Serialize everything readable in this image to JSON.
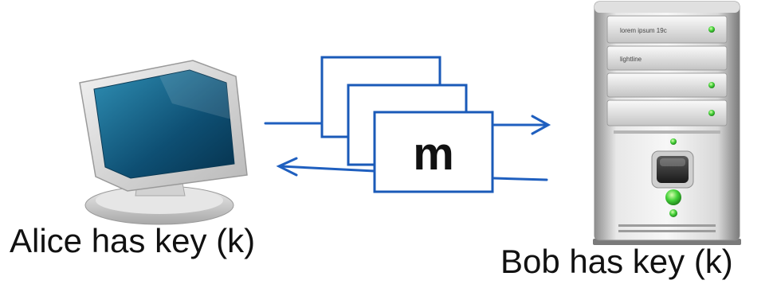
{
  "alice": {
    "label": "Alice has key (k)"
  },
  "bob": {
    "label": "Bob has key (k)"
  },
  "message": {
    "symbol": "m"
  },
  "server_panel_labels": [
    "lorem ipsum 19c",
    "lightline"
  ],
  "colors": {
    "arrow": "#1f5fbf",
    "frame": "#1a5ab8",
    "text": "#111111"
  },
  "icons": {
    "alice": "desktop-monitor-icon",
    "bob": "server-tower-icon"
  }
}
